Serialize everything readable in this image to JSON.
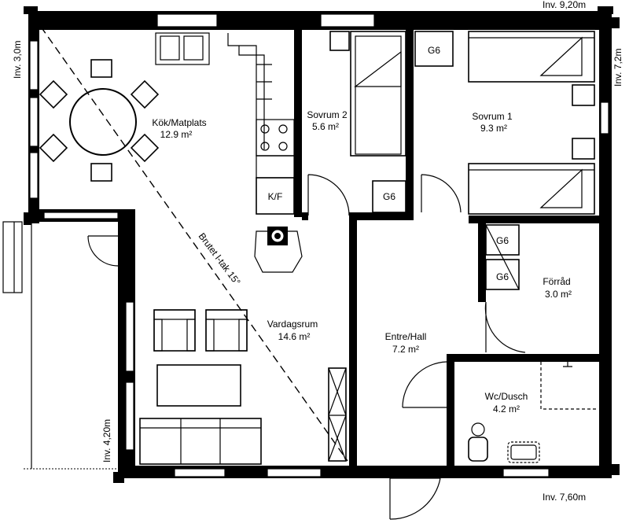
{
  "rooms": {
    "kok": {
      "name": "Kök/Matplats",
      "area": "12.9 m²"
    },
    "sovrum2": {
      "name": "Sovrum 2",
      "area": "5.6 m²"
    },
    "sovrum1": {
      "name": "Sovrum 1",
      "area": "9.3 m²"
    },
    "forrad": {
      "name": "Förråd",
      "area": "3.0 m²"
    },
    "vardagsrum": {
      "name": "Vardagsrum",
      "area": "14.6 m²"
    },
    "entre": {
      "name": "Entre/Hall",
      "area": "7.2 m²"
    },
    "wc": {
      "name": "Wc/Dusch",
      "area": "4.2 m²"
    }
  },
  "dimensions": {
    "top_right": "Inv. 9,20m",
    "right": "Inv. 7,2m",
    "top_left": "Inv. 3,0m",
    "bottom_left": "Inv. 4,20m",
    "bottom_right": "Inv. 7,60m"
  },
  "fixtures": {
    "fridge": "K/F",
    "wardrobe": "G6"
  },
  "annotations": {
    "roof": "Brutet l-tak 15°"
  }
}
